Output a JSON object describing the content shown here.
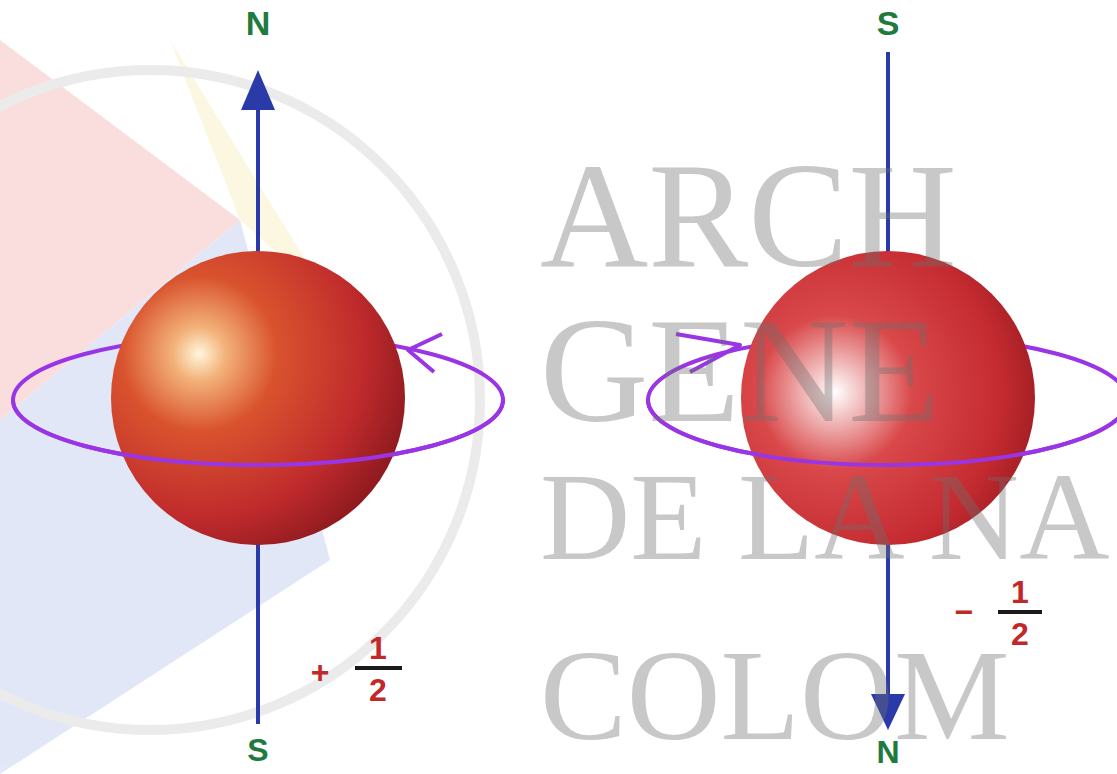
{
  "diagram": {
    "labels": [
      "N",
      "S",
      "ARCH",
      "GENE",
      "DE LA NA",
      "+",
      "1",
      "2",
      "−",
      "1",
      "2",
      "COLOM",
      "S",
      "N"
    ]
  }
}
